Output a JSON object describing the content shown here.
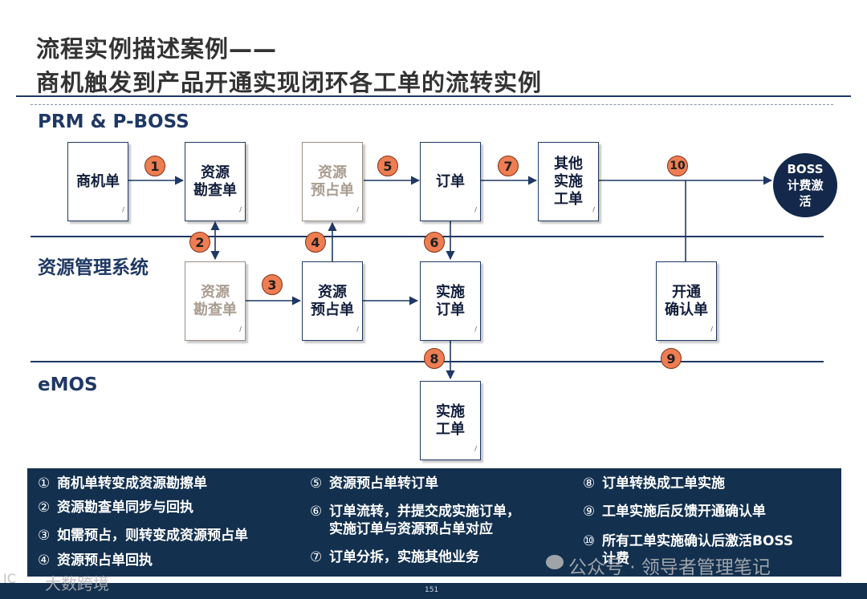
{
  "title": {
    "line1": "流程实例描述案例——",
    "line2": "商机触发到产品开通实现闭环各工单的流转实例"
  },
  "lanes": {
    "prm": "PRM & P-BOSS",
    "rms": "资源管理系统",
    "emos": "eMOS"
  },
  "boxes": {
    "opportunity": "商机单",
    "survey1": "资源\n勘查单",
    "reserve1": "资源\n预占单",
    "order": "订单",
    "other_work": "其他\n实施\n工单",
    "survey2": "资源\n勘查单",
    "reserve2": "资源\n预占单",
    "impl_order": "实施\n订单",
    "confirm": "开通\n确认单",
    "work_order": "实施\n工单",
    "corner_mark": "/"
  },
  "boss": {
    "line1": "BOSS",
    "line2": "计费激",
    "line3": "活"
  },
  "badges": [
    "1",
    "2",
    "3",
    "4",
    "5",
    "6",
    "7",
    "8",
    "9",
    "10"
  ],
  "legend": {
    "items": [
      {
        "num": "①",
        "text": "商机单转变成资源勘擦单"
      },
      {
        "num": "②",
        "text": "资源勘查单同步与回执"
      },
      {
        "num": "③",
        "text": "如需预占，则转变成资源预占单"
      },
      {
        "num": "④",
        "text": "资源预占单回执"
      },
      {
        "num": "⑤",
        "text": "资源预占单转订单"
      },
      {
        "num": "⑥",
        "text": "订单流转，并提交成实施订单，\n实施订单与资源预占单对应"
      },
      {
        "num": "⑦",
        "text": "订单分拆，实施其他业务"
      },
      {
        "num": "⑧",
        "text": "订单转换成工单实施"
      },
      {
        "num": "⑨",
        "text": "工单实施后反馈开通确认单"
      },
      {
        "num": "⑩",
        "text": "所有工单实施确认后激活BOSS\n计费"
      }
    ]
  },
  "page_number": "151",
  "watermarks": {
    "wechat": "公众号 · 领导者管理笔记",
    "corner": "大数跨境",
    "corner_logo": "IC"
  },
  "colors": {
    "navy": "#1f3864",
    "dark_navy": "#13304f",
    "badge": "#ee7d52",
    "gray_box": "#9a8f83"
  }
}
